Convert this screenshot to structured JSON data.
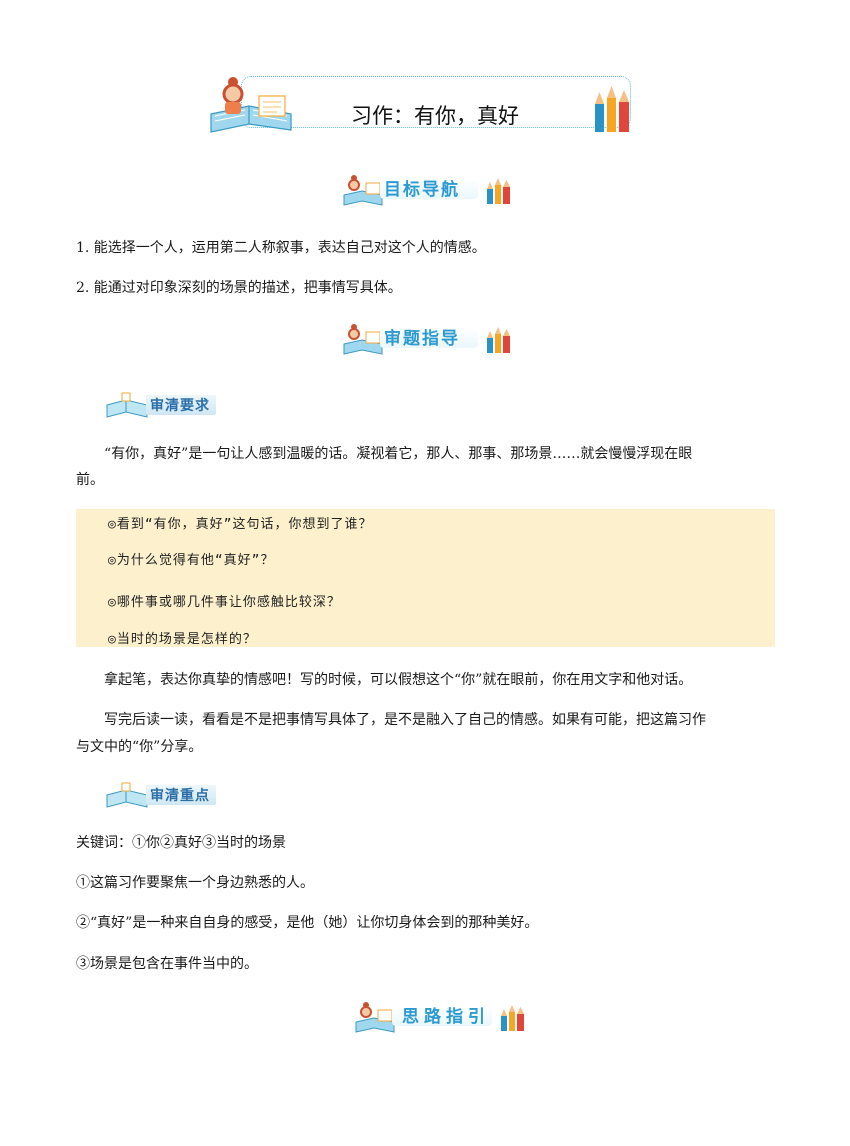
{
  "title": "习作：有你，真好",
  "sections": {
    "goals": "目标导航",
    "review": "审题指导",
    "ideas": "思路指引"
  },
  "goals": [
    "1. 能选择一个人，运用第二人称叙事，表达自己对这个人的情感。",
    "2. 能通过对印象深刻的场景的描述，把事情写具体。"
  ],
  "requirements": {
    "heading": "审清要求",
    "intro_line1": "“有你，真好”是一句让人感到温暖的话。凝视着它，那人、那事、那场景……就会慢慢浮现在眼",
    "intro_line2": "前。",
    "questions": [
      "◎看到“有你，真好”这句话，你想到了谁？",
      "◎为什么觉得有他“真好”？",
      "◎哪件事或哪几件事让你感触比较深？",
      "◎当时的场景是怎样的？"
    ],
    "para2": "拿起笔，表达你真挚的情感吧！写的时候，可以假想这个“你”就在眼前，你在用文字和他对话。",
    "para3_line1": "写完后读一读，看看是不是把事情写具体了，是不是融入了自己的情感。如果有可能，把这篇习作",
    "para3_line2": "与文中的“你”分享。"
  },
  "keypoints": {
    "heading": "审清重点",
    "keywords": "关键词：①你②真好③当时的场景",
    "items": [
      "①这篇习作要聚焦一个身边熟悉的人。",
      "②“真好”是一种来自自身的感受，是他（她）让你切身体会到的那种美好。",
      "③场景是包含在事件当中的。"
    ]
  },
  "colors": {
    "goals_label": "#2b9bd1",
    "review_label": "#2b9bd1",
    "ideas_label": "#2b9bd1",
    "prompt_bg": "#fdf0cc"
  }
}
